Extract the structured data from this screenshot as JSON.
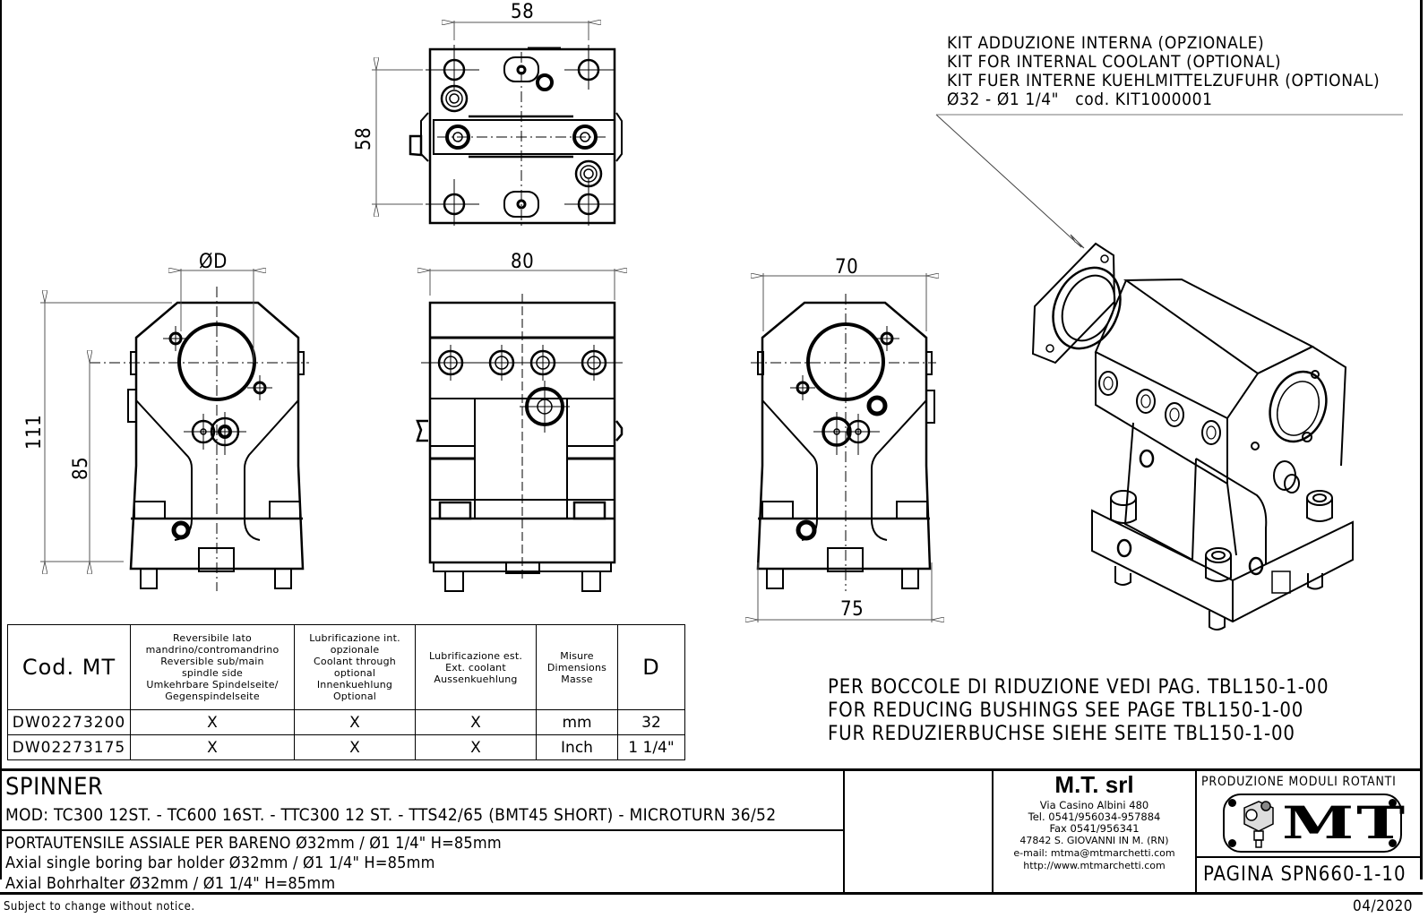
{
  "notes": {
    "kit": [
      "KIT ADDUZIONE INTERNA (OPZIONALE)",
      "KIT FOR INTERNAL COOLANT (OPTIONAL)",
      "KIT FUER INTERNE KUEHLMITTELZUFUHR (OPTIONAL)",
      "Ø32 - Ø1 1/4\"   cod. KIT1000001"
    ],
    "bushings": [
      "PER BOCCOLE DI RIDUZIONE VEDI PAG. TBL150-1-00",
      "FOR REDUCING BUSHINGS SEE PAGE TBL150-1-00",
      "FUR REDUZIERBUCHSE SIEHE SEITE TBL150-1-00"
    ]
  },
  "dimensions": {
    "top_width": "58",
    "top_height": "58",
    "bore_diameter": "ØD",
    "total_height": "111",
    "center_height": "85",
    "front_width": "80",
    "side_top_width": "70",
    "side_base_width": "75"
  },
  "spec_table": {
    "headers": [
      "Cod. MT",
      "Reversibile lato\nmandrino/contromandrino\nReversible sub/main\nspindle side\nUmkehrbare Spindelseite/\nGegenspindelseite",
      "Lubrificazione int.\nopzionale\nCoolant through\noptional\nInnenkuehlung\nOptional",
      "Lubrificazione est.\nExt. coolant\nAussenkuehlung",
      "Misure\nDimensions\nMasse",
      "D"
    ],
    "rows": [
      [
        "DW02273200",
        "X",
        "X",
        "X",
        "mm",
        "32"
      ],
      [
        "DW02273175",
        "X",
        "X",
        "X",
        "Inch",
        "1 1/4\""
      ]
    ]
  },
  "title_block": {
    "brand": "SPINNER",
    "models": "MOD: TC300 12ST. - TC600 16ST. - TTC300 12 ST. - TTS42/65 (BMT45 SHORT) - MICROTURN 36/52",
    "description": [
      "PORTAUTENSILE ASSIALE PER BARENO Ø32mm / Ø1 1/4\" H=85mm",
      "Axial single boring bar holder Ø32mm / Ø1 1/4\" H=85mm",
      "Axial Bohrhalter Ø32mm / Ø1 1/4\" H=85mm"
    ],
    "company": {
      "name": "M.T. srl",
      "address": "Via Casino Albini 480",
      "tel": "Tel. 0541/956034-957884",
      "fax": "Fax 0541/956341",
      "city": "47842 S. GIOVANNI IN M. (RN)",
      "email": "e-mail: mtma@mtmarchetti.com",
      "web": "http://www.mtmarchetti.com"
    },
    "division": "PRODUZIONE MODULI ROTANTI",
    "logo_text": "MT",
    "page": "PAGINA SPN660-1-10"
  },
  "footer": {
    "disclaimer": "Subject to change without notice.",
    "date": "04/2020"
  }
}
